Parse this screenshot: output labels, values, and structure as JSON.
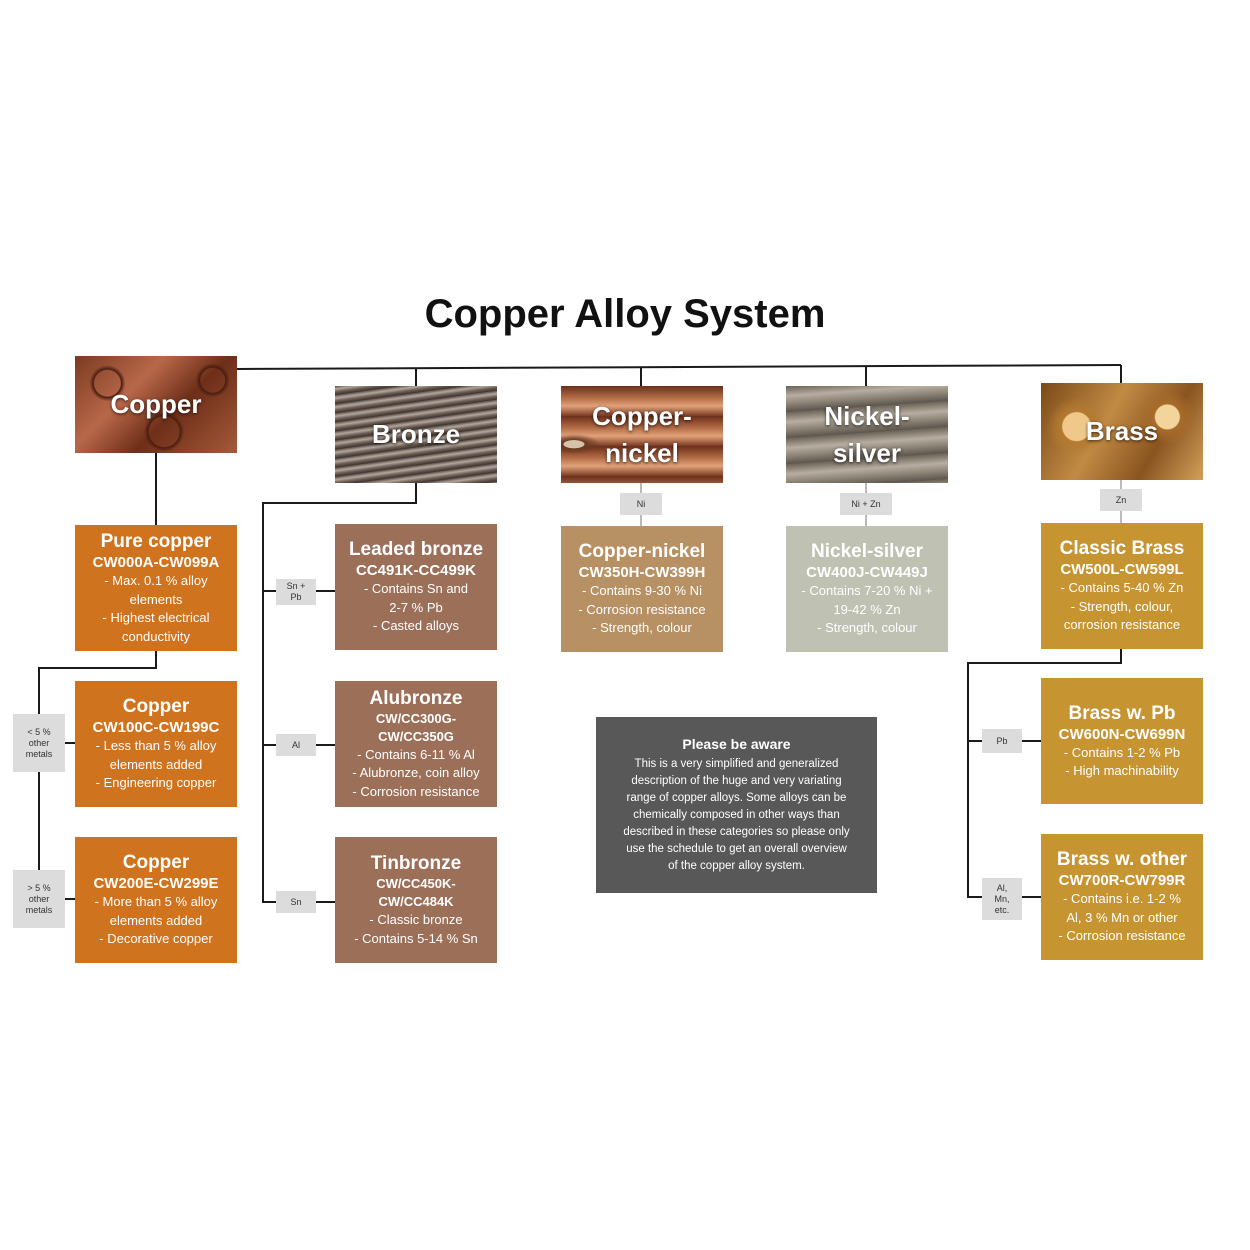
{
  "title": "Copper Alloy System",
  "families": {
    "copper": "Copper",
    "bronze": "Bronze",
    "cuni_l1": "Copper-",
    "cuni_l2": "nickel",
    "nisilver_l1": "Nickel-",
    "nisilver_l2": "silver",
    "brass": "Brass"
  },
  "boxes": {
    "pure_copper": {
      "heading": "Pure copper",
      "code": "CW000A-CW099A",
      "lines": [
        "- Max. 0.1 % alloy",
        "elements",
        "- Highest electrical",
        "conductivity"
      ]
    },
    "copper_c": {
      "heading": "Copper",
      "code": "CW100C-CW199C",
      "lines": [
        "- Less than 5 % alloy",
        "elements added",
        "- Engineering copper"
      ]
    },
    "copper_e": {
      "heading": "Copper",
      "code": "CW200E-CW299E",
      "lines": [
        "- More than 5 % alloy",
        "elements added",
        "- Decorative copper"
      ]
    },
    "leaded_bronze": {
      "heading": "Leaded bronze",
      "code": "CC491K-CC499K",
      "lines": [
        "-   Contains Sn and",
        "2-7 % Pb",
        "-   Casted alloys"
      ]
    },
    "alubronze": {
      "heading": "Alubronze",
      "code_l1": "CW/CC300G-",
      "code_l2": "CW/CC350G",
      "lines": [
        "- Contains 6-11 % Al",
        "- Alubronze, coin alloy",
        "- Corrosion resistance"
      ]
    },
    "tinbronze": {
      "heading": "Tinbronze",
      "code_l1": "CW/CC450K-",
      "code_l2": "CW/CC484K",
      "lines": [
        "-   Classic bronze",
        "-   Contains 5-14 % Sn"
      ]
    },
    "copper_nickel": {
      "heading": "Copper-nickel",
      "code": "CW350H-CW399H",
      "lines": [
        "- Contains 9-30 % Ni",
        "- Corrosion resistance",
        "- Strength, colour"
      ]
    },
    "nickel_silver": {
      "heading": "Nickel-silver",
      "code": "CW400J-CW449J",
      "lines": [
        "- Contains 7-20 % Ni +",
        "19-42 % Zn",
        "- Strength, colour"
      ]
    },
    "classic_brass": {
      "heading": "Classic Brass",
      "code": "CW500L-CW599L",
      "lines": [
        "- Contains 5-40 % Zn",
        "- Strength, colour,",
        "corrosion resistance"
      ]
    },
    "brass_pb": {
      "heading": "Brass w. Pb",
      "code": "CW600N-CW699N",
      "lines": [
        "- Contains 1-2 % Pb",
        "- High machinability"
      ]
    },
    "brass_other": {
      "heading": "Brass w. other",
      "code": "CW700R-CW799R",
      "lines": [
        "- Contains i.e. 1-2 %",
        "Al, 3 % Mn or other",
        "- Corrosion resistance"
      ]
    }
  },
  "tags": {
    "lt5": [
      "< 5 %",
      "other",
      "metals"
    ],
    "gt5": [
      "> 5 %",
      "other",
      "metals"
    ],
    "snpb": [
      "Sn +",
      "Pb"
    ],
    "al": "Al",
    "sn": "Sn",
    "ni": "Ni",
    "nizn": "Ni + Zn",
    "zn": "Zn",
    "pb": "Pb",
    "almn": [
      "Al,",
      "Mn,",
      "etc."
    ]
  },
  "aware": {
    "heading": "Please be aware",
    "lines": [
      "This is a very simplified and generalized",
      "description of the huge and very variating",
      "range of copper alloys. Some alloys can be",
      "chemically composed in other ways than",
      "described in these categories so please only",
      "use the schedule to get an overall overview",
      "of the copper alloy system."
    ]
  },
  "colors": {
    "copper_orange": "#d0731e",
    "bronze_clay": "#9c6f59",
    "cuni_tan": "#b79063",
    "nisilver_sage": "#bfc1b3",
    "brass_gold": "#c79432",
    "note_grey": "#585858",
    "tag_grey": "#dcdcdc"
  }
}
